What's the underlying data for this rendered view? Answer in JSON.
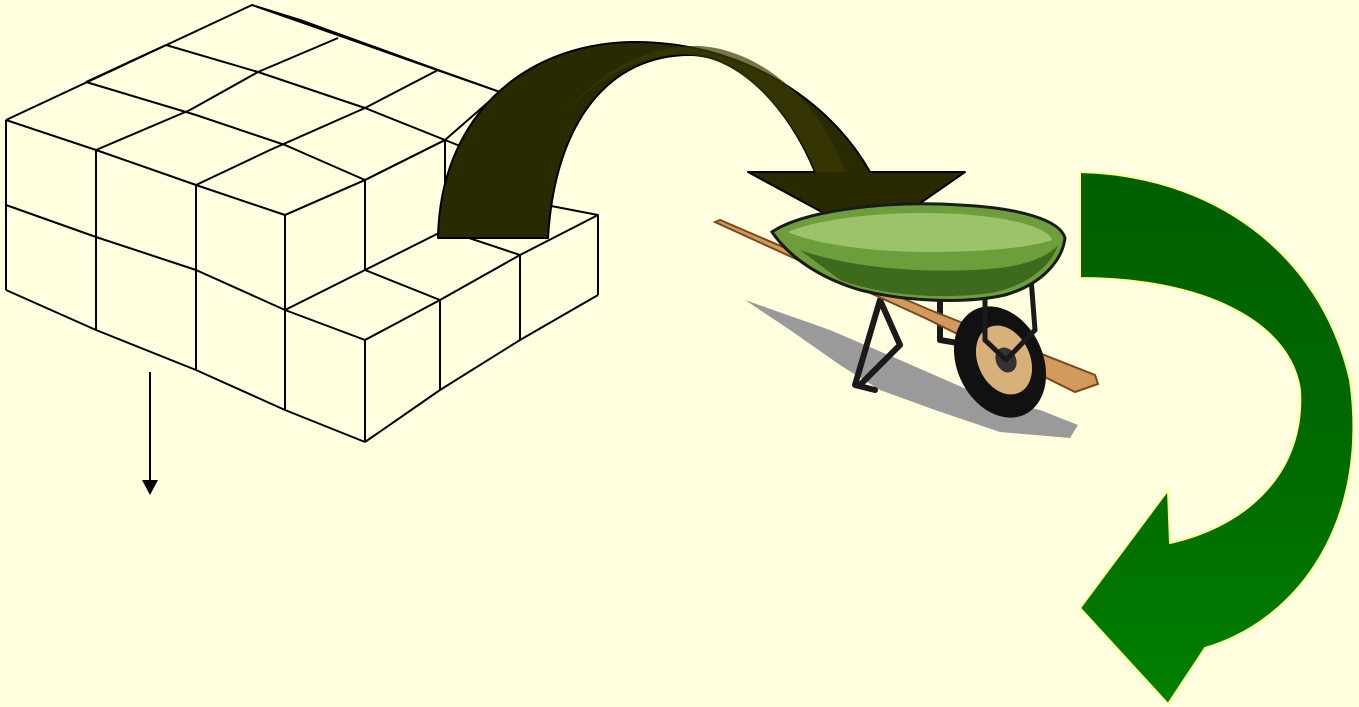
{
  "slide": {
    "background_color": "#FFFFE0",
    "elements": {
      "block_stack": {
        "kind": "isometric-cube-stack",
        "stroke_color": "#000000",
        "fill_color": "#FFFFE0"
      },
      "down_arrow": {
        "kind": "down-arrow",
        "color": "#000000"
      },
      "curved_arrow_dark": {
        "kind": "curved-arrow-icon",
        "direction": "right-down",
        "color": "#2A2A00"
      },
      "wheelbarrow": {
        "kind": "wheelbarrow-icon",
        "colors": {
          "tray": "#6E9E3C",
          "tray_highlight": "#9CC36A",
          "tray_dark": "#3E6A1E",
          "handle": "#D49A5C",
          "tire": "#111111",
          "rim": "#D8B07A",
          "shadow": "#9A9A9A",
          "frame": "#1A1A1A"
        }
      },
      "curved_arrow_green": {
        "kind": "curved-arrow-icon",
        "direction": "down-left",
        "color_top": "#005F00",
        "color_bottom": "#008000",
        "outline": "#FFFF99"
      }
    }
  }
}
